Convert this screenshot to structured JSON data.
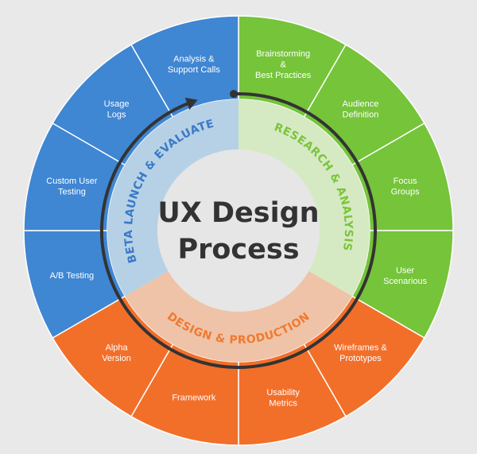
{
  "title_lines": [
    "UX Design",
    "Process"
  ],
  "colors": {
    "background": "#e9e9e9",
    "segment_stroke": "#ffffff",
    "cycle_arrow": "#333333",
    "center_fill": "#e6e6e6",
    "title_text": "#333333"
  },
  "phases": [
    {
      "label": "RESEARCH & ANALYSIS",
      "segment_color": "#75c43a",
      "band_color": "#d5eac2",
      "text_color": "#7cc43b"
    },
    {
      "label": "DESIGN & PRODUCTION",
      "segment_color": "#f26f2a",
      "band_color": "#efc3a8",
      "text_color": "#f07a2f"
    },
    {
      "label": "BETA LAUNCH & EVALUATE",
      "segment_color": "#3f86d3",
      "band_color": "#b6d1e6",
      "text_color": "#3b79c7"
    }
  ],
  "segments": [
    {
      "phase": 0,
      "lines": [
        "Brainstorming",
        "&",
        "Best Practices"
      ]
    },
    {
      "phase": 0,
      "lines": [
        "Audience",
        "Definition"
      ]
    },
    {
      "phase": 0,
      "lines": [
        "Focus",
        "Groups"
      ]
    },
    {
      "phase": 0,
      "lines": [
        "User",
        "Scenarious"
      ]
    },
    {
      "phase": 1,
      "lines": [
        "Wireframes &",
        "Prototypes"
      ]
    },
    {
      "phase": 1,
      "lines": [
        "Usability",
        "Metrics"
      ]
    },
    {
      "phase": 1,
      "lines": [
        "Framework"
      ]
    },
    {
      "phase": 1,
      "lines": [
        "Alpha",
        "Version"
      ]
    },
    {
      "phase": 2,
      "lines": [
        "A/B Testing"
      ]
    },
    {
      "phase": 2,
      "lines": [
        "Custom User",
        "Testing"
      ]
    },
    {
      "phase": 2,
      "lines": [
        "Usage",
        "Logs"
      ]
    },
    {
      "phase": 2,
      "lines": [
        "Analysis &",
        "Support Calls"
      ]
    }
  ]
}
